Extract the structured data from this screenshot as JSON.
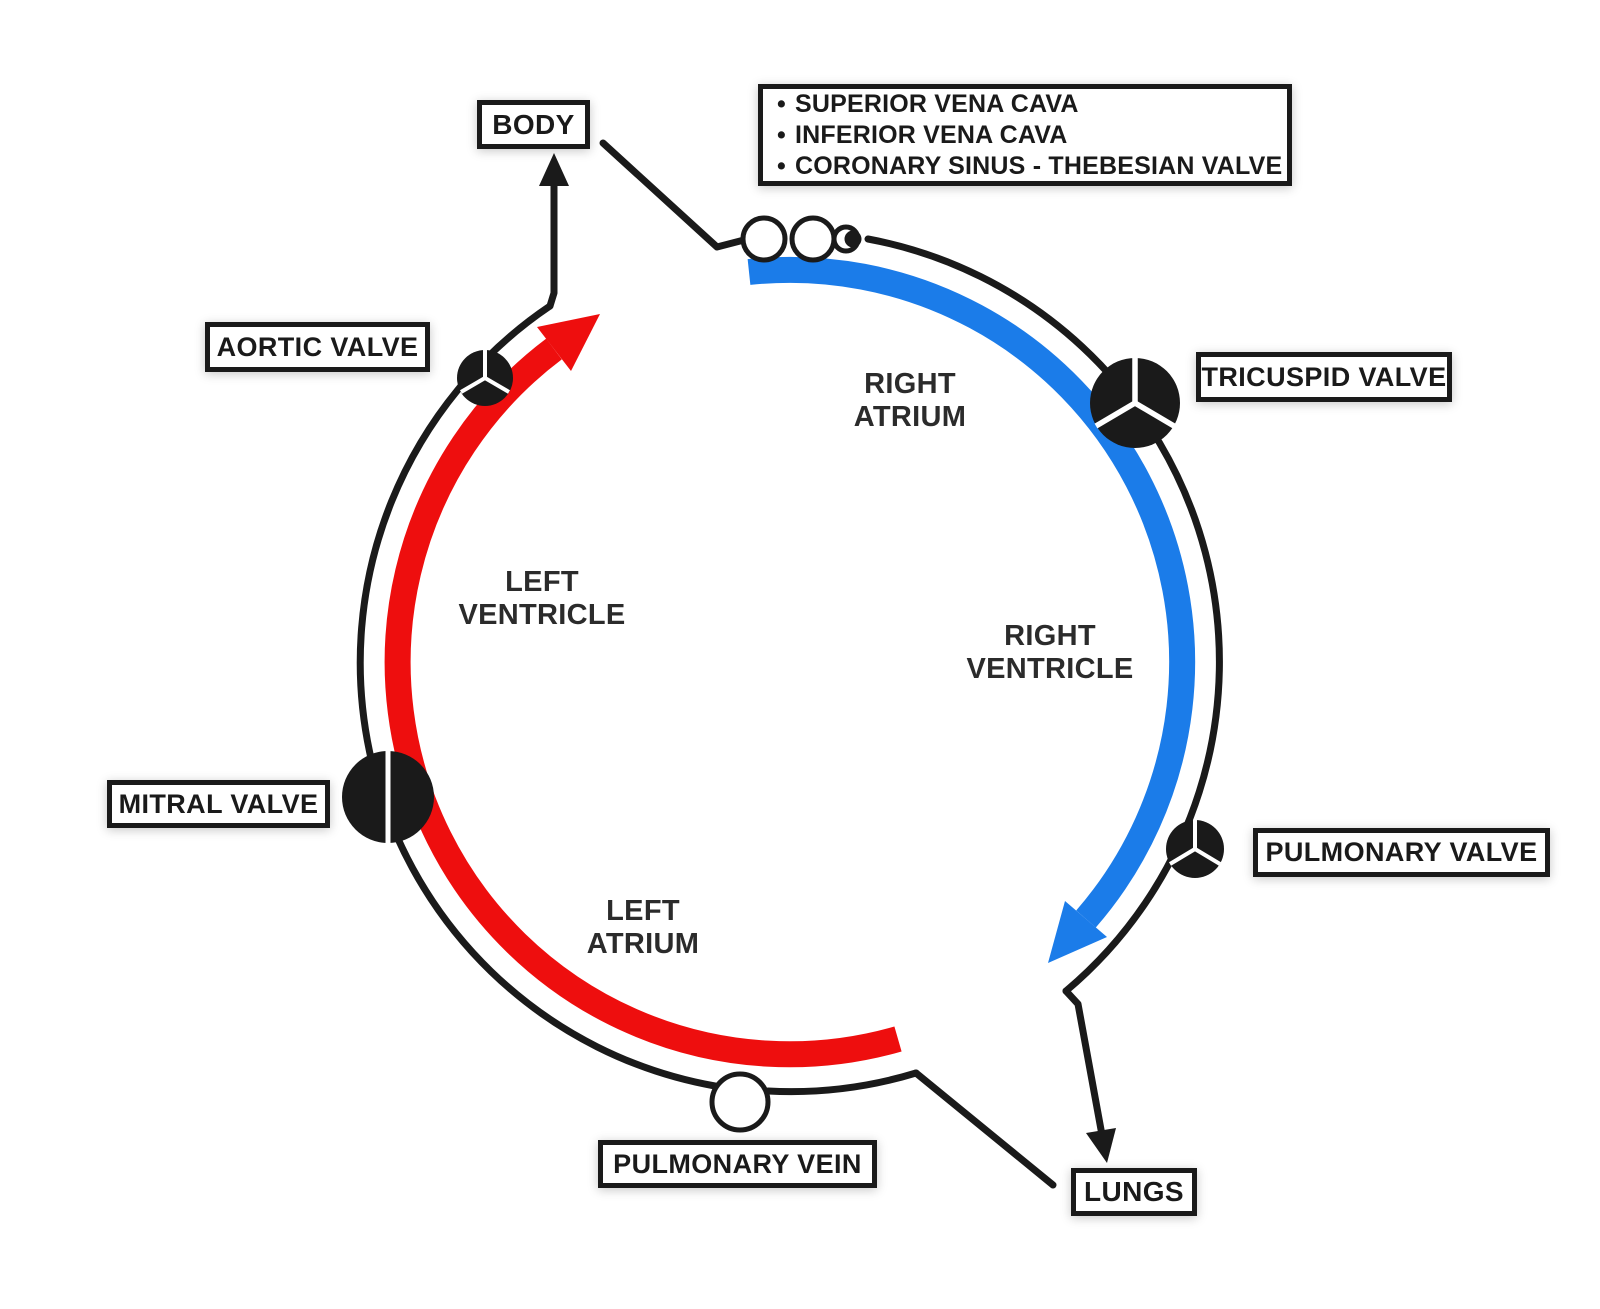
{
  "diagram": {
    "boxes": {
      "body": "BODY",
      "aortic_valve": "AORTIC VALVE",
      "tricuspid_valve": "TRICUSPID VALVE",
      "mitral_valve": "MITRAL VALVE",
      "pulmonary_valve": "PULMONARY VALVE",
      "pulmonary_vein": "PULMONARY VEIN",
      "lungs": "LUNGS"
    },
    "info_box": {
      "bullet": "•",
      "items": [
        "SUPERIOR VENA CAVA",
        "INFERIOR VENA CAVA",
        "CORONARY SINUS - THEBESIAN VALVE"
      ]
    },
    "chambers": {
      "right_atrium": "RIGHT\nATRIUM",
      "right_ventricle": "RIGHT\nVENTRICLE",
      "left_ventricle": "LEFT\nVENTRICLE",
      "left_atrium": "LEFT\nATRIUM"
    },
    "icons": {
      "tricuspid_valve": "tri-leaflet-valve-icon",
      "pulmonary_valve": "tri-leaflet-valve-icon",
      "aortic_valve": "tri-leaflet-valve-icon",
      "mitral_valve": "bi-leaflet-valve-icon",
      "vena_cava_openings": "open-vessel-circle-icon",
      "coronary_sinus": "thebesian-valve-crescent-icon"
    },
    "colors": {
      "ink": "#1a1a1a",
      "red": "#ee0e0e",
      "blue": "#1b7ce9"
    }
  }
}
